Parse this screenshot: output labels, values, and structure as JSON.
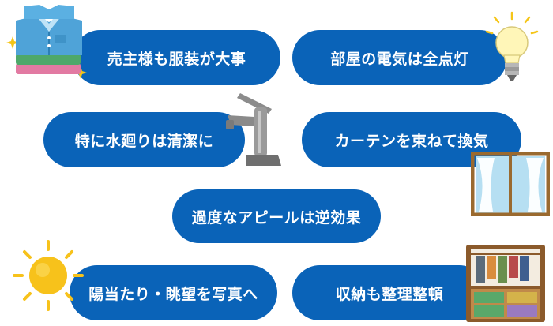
{
  "tips": [
    {
      "id": "seller-attire",
      "text": "売主様も服装が大事"
    },
    {
      "id": "lights-on",
      "text": "部屋の電気は全点灯"
    },
    {
      "id": "water-areas",
      "text": "特に水廻りは清潔に"
    },
    {
      "id": "curtains",
      "text": "カーテンを束ねて換気"
    },
    {
      "id": "no-overselling",
      "text": "過度なアピールは逆効果"
    },
    {
      "id": "sunlight-view",
      "text": "陽当たり・眺望を写真へ"
    },
    {
      "id": "storage",
      "text": "収納も整理整頓"
    }
  ],
  "colors": {
    "pill": "#0a63b8",
    "pill_text": "#ffffff",
    "sun": "#f7c21b",
    "sparkle": "#f5c518"
  },
  "icons": [
    "folded-shirts-icon",
    "light-bulb-icon",
    "faucet-icon",
    "window-curtain-icon",
    "sun-icon",
    "closet-icon"
  ]
}
